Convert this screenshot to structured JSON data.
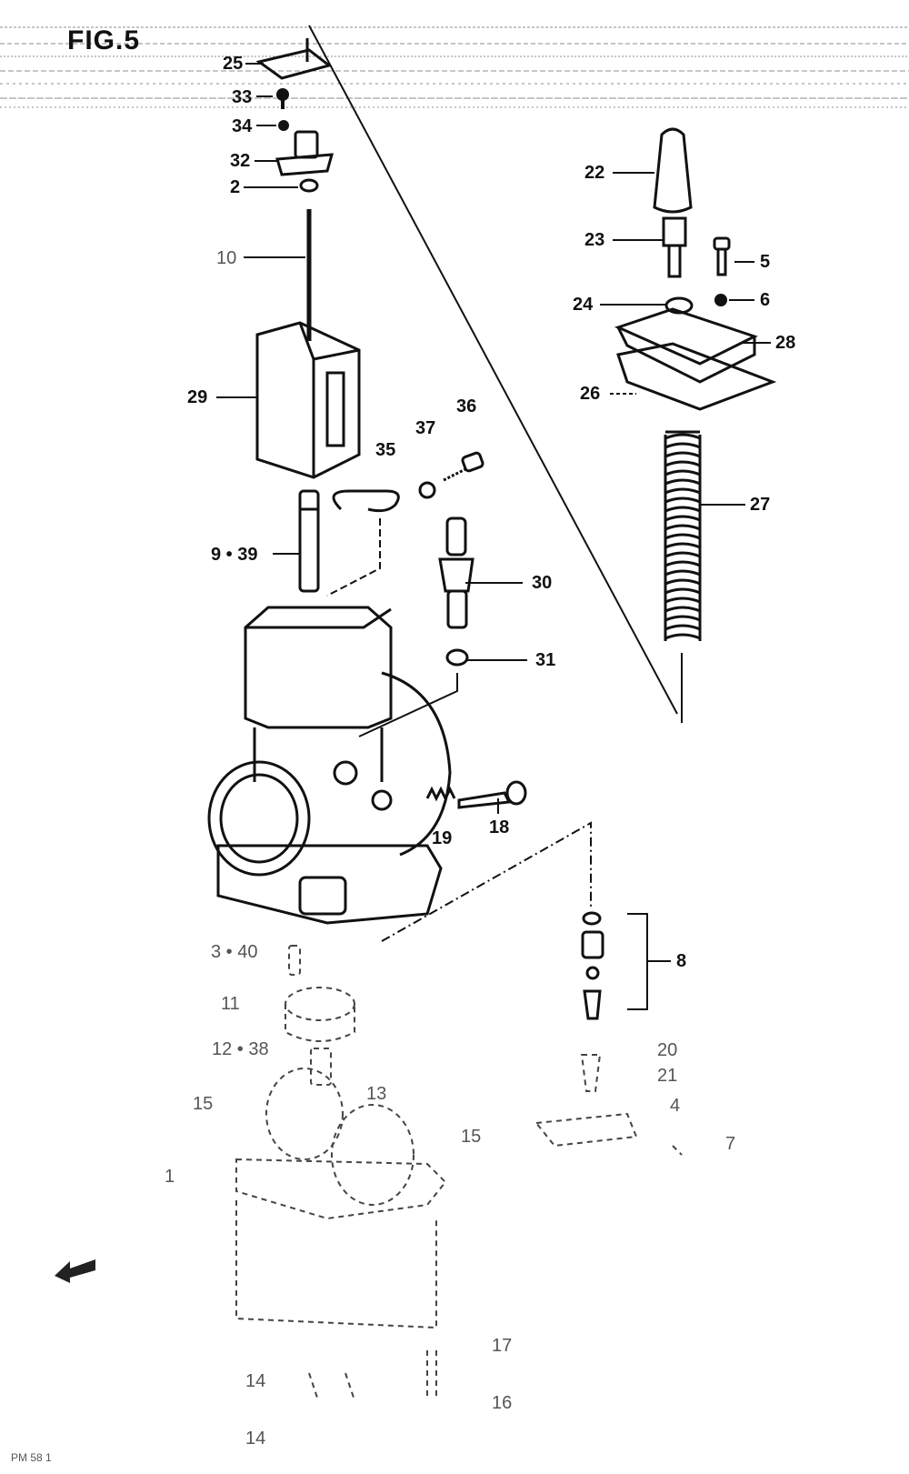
{
  "figure": {
    "title": "FIG.5",
    "footer": "PM 58 1"
  },
  "callouts": [
    {
      "id": "c25",
      "text": "25"
    },
    {
      "id": "c33",
      "text": "33"
    },
    {
      "id": "c34",
      "text": "34"
    },
    {
      "id": "c32",
      "text": "32"
    },
    {
      "id": "c2",
      "text": "2"
    },
    {
      "id": "c10",
      "text": "10"
    },
    {
      "id": "c29",
      "text": "29"
    },
    {
      "id": "c22",
      "text": "22"
    },
    {
      "id": "c23",
      "text": "23"
    },
    {
      "id": "c5",
      "text": "5"
    },
    {
      "id": "c6",
      "text": "6"
    },
    {
      "id": "c24",
      "text": "24"
    },
    {
      "id": "c28",
      "text": "28"
    },
    {
      "id": "c26",
      "text": "26"
    },
    {
      "id": "c27",
      "text": "27"
    },
    {
      "id": "c36",
      "text": "36"
    },
    {
      "id": "c37",
      "text": "37"
    },
    {
      "id": "c35",
      "text": "35"
    },
    {
      "id": "c9_39",
      "text": "9 • 39"
    },
    {
      "id": "c30",
      "text": "30"
    },
    {
      "id": "c31",
      "text": "31"
    },
    {
      "id": "c18",
      "text": "18"
    },
    {
      "id": "c19",
      "text": "19"
    },
    {
      "id": "c8",
      "text": "8"
    },
    {
      "id": "c3_40",
      "text": "3 • 40"
    },
    {
      "id": "c11",
      "text": "11"
    },
    {
      "id": "c12_38",
      "text": "12 • 38"
    },
    {
      "id": "c20",
      "text": "20"
    },
    {
      "id": "c21",
      "text": "21"
    },
    {
      "id": "c4",
      "text": "4"
    },
    {
      "id": "c7",
      "text": "7"
    },
    {
      "id": "c15a",
      "text": "15"
    },
    {
      "id": "c15b",
      "text": "15"
    },
    {
      "id": "c1",
      "text": "1"
    },
    {
      "id": "c13",
      "text": "13"
    },
    {
      "id": "c17",
      "text": "17"
    },
    {
      "id": "c16",
      "text": "16"
    },
    {
      "id": "c14a",
      "text": "14"
    },
    {
      "id": "c14b",
      "text": "14"
    }
  ]
}
